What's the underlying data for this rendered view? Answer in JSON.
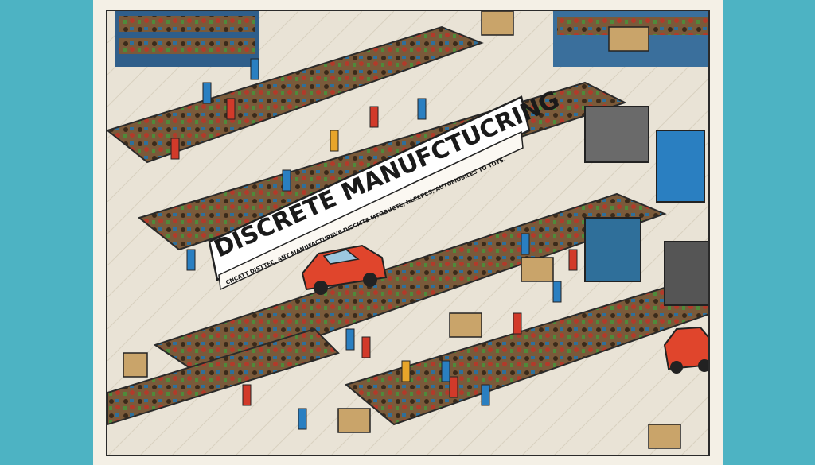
{
  "illustration": {
    "subject": "isometric factory floor",
    "banner_title": "DISCRETE MANUFCTUCRING",
    "banner_subtitle": "CNCATT DISTTEE, ANT MANUFACTURBVE DISCMTE MTODUCTE, DLEEPCS, AUTOMOBILES TO TOYS.",
    "colors": {
      "background": "#4db3c3",
      "frame": "#f4f0e6",
      "banner": "#ffffff",
      "car": "#e0452c",
      "workers_blue": "#2a7fc1",
      "workers_red": "#d23a2a"
    }
  }
}
